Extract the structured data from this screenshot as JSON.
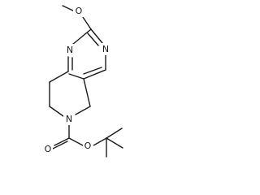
{
  "molecule": {
    "atoms": {
      "methoxy_carbon": "",
      "methoxy_o": "O",
      "n1": "N",
      "n3": "N",
      "n6": "N",
      "carbonyl_o": "O",
      "ester_o": "O"
    }
  }
}
